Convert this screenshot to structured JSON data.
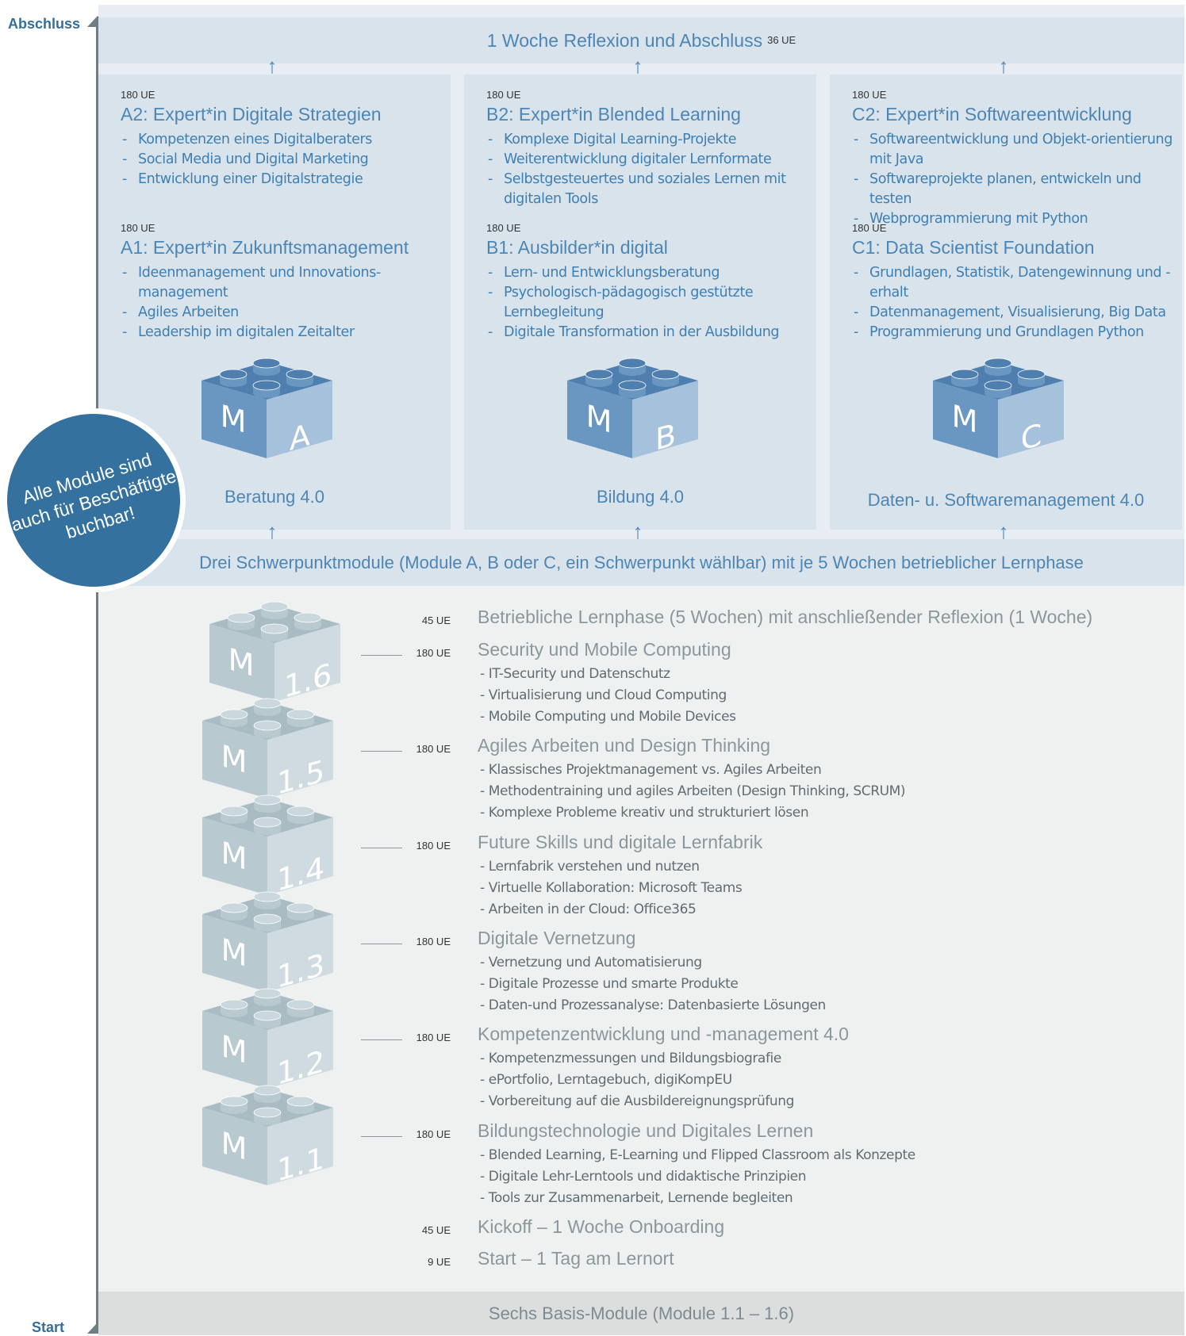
{
  "axis": {
    "top_label": "Abschluss",
    "bottom_label": "Start"
  },
  "top_bar": {
    "text": "1 Woche Reflexion und Abschluss",
    "ue": "36 UE"
  },
  "columns": [
    {
      "key": "a",
      "modules": [
        {
          "ue": "180 UE",
          "title": "A2: Expert*in Digitale Strategien",
          "items": [
            "Kompetenzen eines Digitalberaters",
            "Social Media und Digital Marketing",
            "Entwicklung einer Digitalstrategie"
          ]
        },
        {
          "ue": "180 UE",
          "title": "A1: Expert*in Zukunftsmanagement",
          "items": [
            "Ideenmanagement und Innovations-management",
            "Agiles Arbeiten",
            "Leadership im digitalen Zeitalter"
          ]
        }
      ],
      "block_left": "M",
      "block_right": "A",
      "caption": "Beratung 4.0"
    },
    {
      "key": "b",
      "modules": [
        {
          "ue": "180 UE",
          "title": "B2: Expert*in Blended Learning",
          "items": [
            "Komplexe Digital Learning-Projekte",
            "Weiterentwicklung digitaler Lernformate",
            "Selbstgesteuertes und soziales Lernen mit digitalen Tools"
          ]
        },
        {
          "ue": "180 UE",
          "title": "B1: Ausbilder*in digital",
          "items": [
            "Lern- und Entwicklungsberatung",
            "Psychologisch-pädagogisch gestützte Lernbegleitung",
            "Digitale Transformation in der Ausbildung"
          ]
        }
      ],
      "block_left": "M",
      "block_right": "B",
      "caption": "Bildung 4.0"
    },
    {
      "key": "c",
      "modules": [
        {
          "ue": "180 UE",
          "title": "C2: Expert*in Softwareentwicklung",
          "items": [
            "Softwareentwicklung und Objekt-orientierung mit Java",
            "Softwareprojekte planen, entwickeln und testen",
            "Webprogrammierung mit Python"
          ]
        },
        {
          "ue": "180 UE",
          "title": "C1: Data Scientist Foundation",
          "items": [
            "Grundlagen, Statistik, Datengewinnung und -erhalt",
            "Datenmanagement, Visualisierung, Big Data",
            "Programmierung und Grundlagen Python"
          ]
        }
      ],
      "block_left": "M",
      "block_right": "C",
      "caption": "Daten- u. Softwaremanagement 4.0"
    }
  ],
  "mid_bar": {
    "text": "Drei Schwerpunktmodule (Module A, B oder C, ein Schwerpunkt wählbar) mit je 5 Wochen betrieblicher Lernphase"
  },
  "badge": {
    "text": "Alle Module sind auch für Beschäftigte buchbar!"
  },
  "basis_rows": [
    {
      "ue": "45 UE",
      "title": "Betriebliche Lernphase (5 Wochen) mit anschließender Reflexion (1 Woche)",
      "items": []
    },
    {
      "ue": "180 UE",
      "title": "Security und Mobile Computing",
      "block": "1.6",
      "items": [
        "IT-Security und Datenschutz",
        "Virtualisierung und Cloud Computing",
        "Mobile Computing und Mobile Devices"
      ]
    },
    {
      "ue": "180 UE",
      "title": "Agiles Arbeiten und Design Thinking",
      "block": "1.5",
      "items": [
        "Klassisches Projektmanagement vs. Agiles Arbeiten",
        "Methodentraining und agiles Arbeiten (Design Thinking, SCRUM)",
        "Komplexe Probleme kreativ und strukturiert lösen"
      ]
    },
    {
      "ue": "180 UE",
      "title": "Future Skills und digitale Lernfabrik",
      "block": "1.4",
      "items": [
        "Lernfabrik verstehen und nutzen",
        "Virtuelle Kollaboration: Microsoft Teams",
        "Arbeiten in der Cloud: Office365"
      ]
    },
    {
      "ue": "180 UE",
      "title": "Digitale Vernetzung",
      "block": "1.3",
      "items": [
        "Vernetzung und Automatisierung",
        "Digitale Prozesse und smarte Produkte",
        "Daten-und Prozessanalyse: Datenbasierte Lösungen"
      ]
    },
    {
      "ue": "180 UE",
      "title": "Kompetenzentwicklung und -management 4.0",
      "block": "1.2",
      "items": [
        "Kompetenzmessungen und Bildungsbiografie",
        "ePortfolio, Lerntagebuch, digiKompEU",
        "Vorbereitung auf die Ausbildereignungsprüfung"
      ]
    },
    {
      "ue": "180 UE",
      "title": "Bildungstechnologie und Digitales Lernen",
      "block": "1.1",
      "items": [
        "Blended Learning, E-Learning und Flipped Classroom als Konzepte",
        "Digitale Lehr-Lerntools und didaktische Prinzipien",
        "Tools zur Zusammenarbeit, Lernende begleiten"
      ]
    },
    {
      "ue": "45 UE",
      "title": "Kickoff – 1 Woche Onboarding",
      "items": []
    },
    {
      "ue": "9 UE",
      "title": "Start – 1 Tag am Lernort",
      "items": []
    }
  ],
  "block_letter": "M",
  "bottom_bar": {
    "text": "Sechs Basis-Module (Module 1.1 – 1.6)"
  },
  "colors": {
    "blue_accent": "#4d86b5",
    "blue_list": "#3e7fb3",
    "badge": "#34719e",
    "axis": "#6d7f84",
    "grey_text": "#8a979c"
  }
}
